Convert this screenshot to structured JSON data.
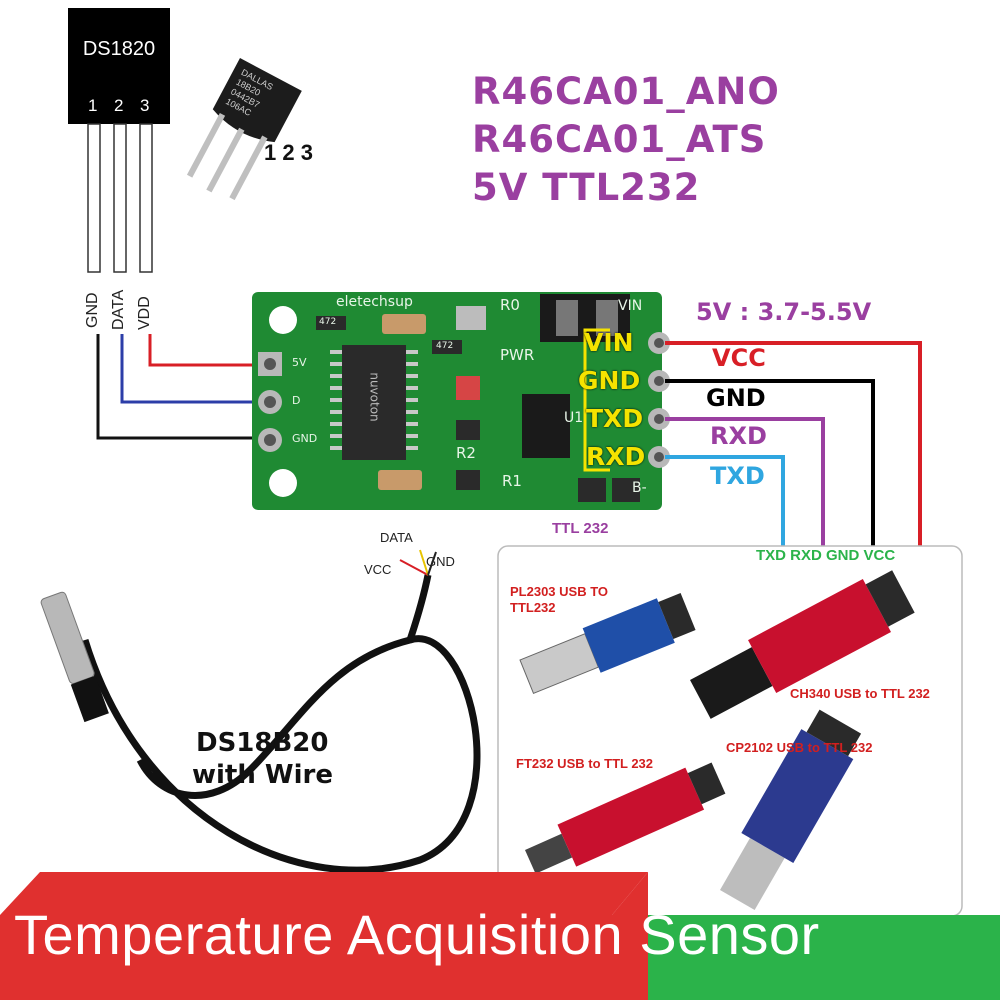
{
  "models": [
    "R46CA01_ANO",
    "R46CA01_ATS",
    "5V  TTL232"
  ],
  "ds1820": {
    "name": "DS1820",
    "pins": [
      "1",
      "2",
      "3"
    ],
    "pin_labels": [
      "GND",
      "DATA",
      "VDD"
    ]
  },
  "chip_marking": {
    "lines": [
      "DALLAS",
      "18B20",
      "0442B7",
      "106AC"
    ],
    "pins": "1  2  3"
  },
  "board": {
    "brand": "eletechsup",
    "labels": {
      "r0": "R0",
      "pwr": "PWR",
      "r2": "R2",
      "r1": "R1",
      "u1": "U1",
      "vin_small": "VIN",
      "b_minus": "B-",
      "mcu": "nuvoton",
      "r472a": "472",
      "r472b": "472"
    },
    "left_pins": [
      "5V",
      "D",
      "GND"
    ],
    "right_pins": [
      "VIN",
      "GND",
      "TXD",
      "RXD"
    ],
    "ttl_label": "TTL 232"
  },
  "supply": "5V : 3.7-5.5V",
  "signals": [
    {
      "label": "VCC",
      "color": "#d81f26"
    },
    {
      "label": "GND",
      "color": "#000000"
    },
    {
      "label": "RXD",
      "color": "#9a3fa0"
    },
    {
      "label": "TXD",
      "color": "#2fa6e0"
    }
  ],
  "adapter_pins": "TXD RXD GND VCC",
  "adapters": [
    "PL2303 USB TO TTL232",
    "CH340  USB to TTL 232",
    "FT232   USB to TTL 232",
    "CP2102 USB to TTL 232"
  ],
  "probe": {
    "title_line1": "DS18B20",
    "title_line2": "with Wire",
    "wires": [
      "DATA",
      "VCC",
      "GND"
    ]
  },
  "banner": "Temperature Acquisition Sensor",
  "colors": {
    "purple": "#9a3fa0",
    "pcb": "#1f8a33",
    "red": "#d81f26",
    "green": "#2bb34a",
    "blue": "#2fa6e0"
  }
}
